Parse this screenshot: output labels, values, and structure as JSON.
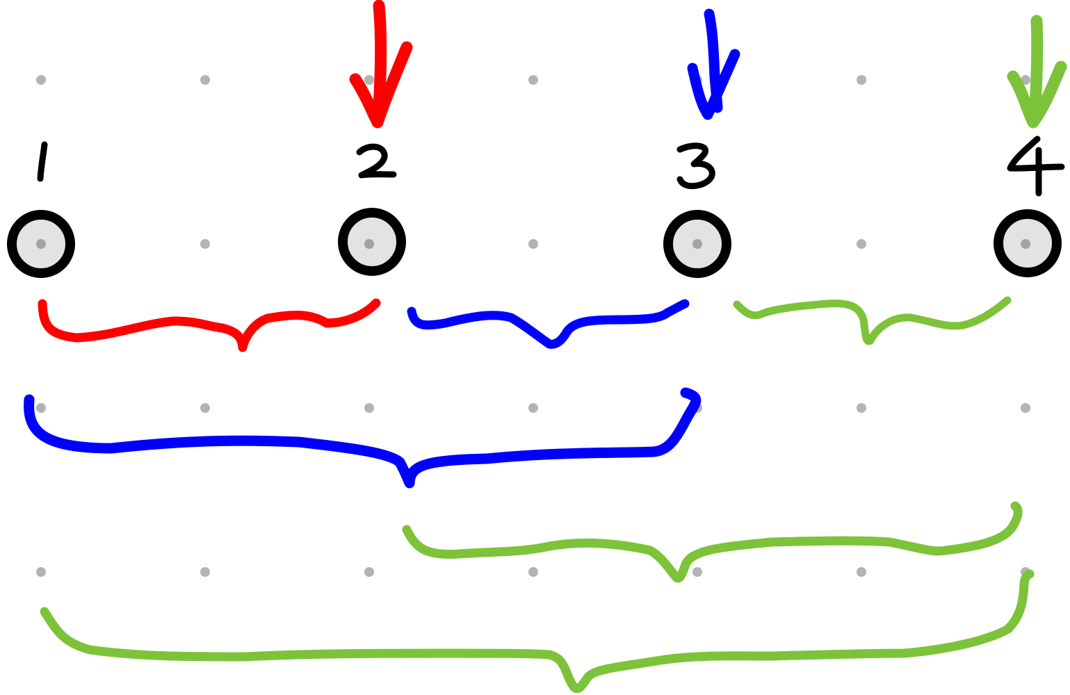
{
  "colors": {
    "red": "#ff0000",
    "blue": "#0000ff",
    "green": "#7dc33a",
    "ink": "#000000",
    "node_fill": "#e3e3e3",
    "grid_dot": "#b3b3b3"
  },
  "nodes": [
    {
      "label": "1"
    },
    {
      "label": "2",
      "marker_color": "red"
    },
    {
      "label": "3",
      "marker_color": "blue"
    },
    {
      "label": "4",
      "marker_color": "green"
    }
  ],
  "braces": [
    {
      "color": "red",
      "span": [
        "1",
        "2"
      ]
    },
    {
      "color": "blue",
      "span": [
        "2",
        "3"
      ]
    },
    {
      "color": "green",
      "span": [
        "3",
        "4"
      ]
    },
    {
      "color": "blue",
      "span": [
        "1",
        "3"
      ]
    },
    {
      "color": "green",
      "span": [
        "2",
        "4"
      ]
    },
    {
      "color": "green",
      "span": [
        "1",
        "4"
      ]
    }
  ]
}
